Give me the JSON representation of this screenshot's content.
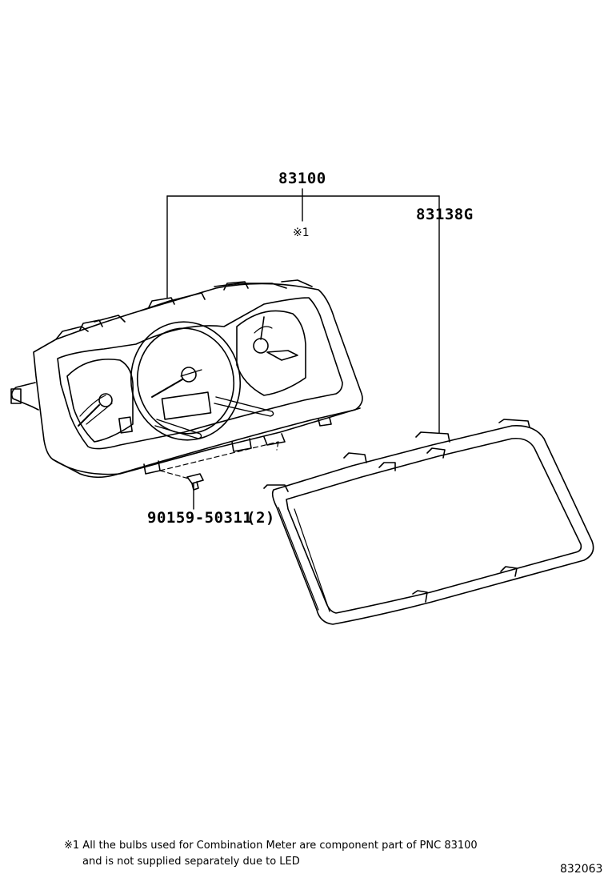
{
  "callouts": {
    "assembly": "83100",
    "glass": "83138G",
    "screw": "90159-50311",
    "screw_qty": "(2)",
    "note_marker": "※1"
  },
  "footnote": {
    "line1": "※1 All the bulbs used for Combination Meter are component part of PNC 83100",
    "line2": "and is not supplied separately due to LED"
  },
  "illustration_number": "832063"
}
